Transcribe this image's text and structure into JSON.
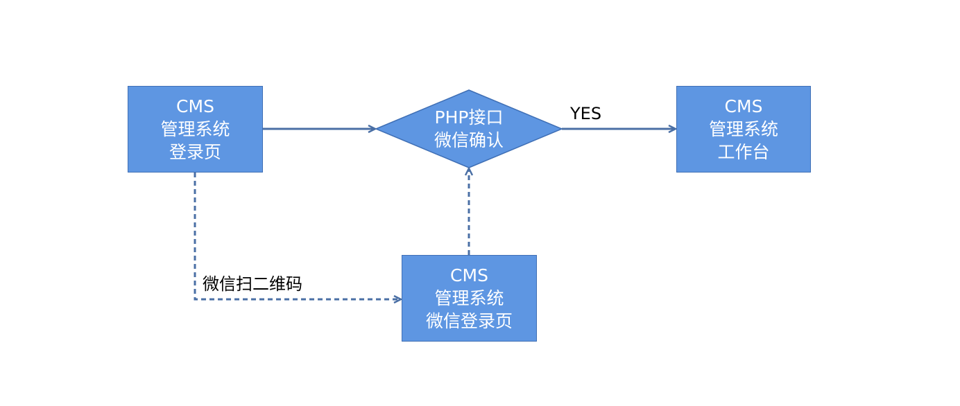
{
  "colors": {
    "node_fill": "#5e96e2",
    "node_border": "#3f6fb5",
    "connector": "#4a6fa5",
    "node_text": "#ffffff",
    "label_text": "#000000"
  },
  "nodes": {
    "login_page": {
      "line1": "CMS",
      "line2": "管理系统",
      "line3": "登录页"
    },
    "php_check": {
      "line1": "PHP接口",
      "line2": "微信确认"
    },
    "workbench": {
      "line1": "CMS",
      "line2": "管理系统",
      "line3": "工作台"
    },
    "wechat_login_page": {
      "line1": "CMS",
      "line2": "管理系统",
      "line3": "微信登录页"
    }
  },
  "edges": {
    "yes_label": "YES",
    "scan_label": "微信扫二维码"
  }
}
